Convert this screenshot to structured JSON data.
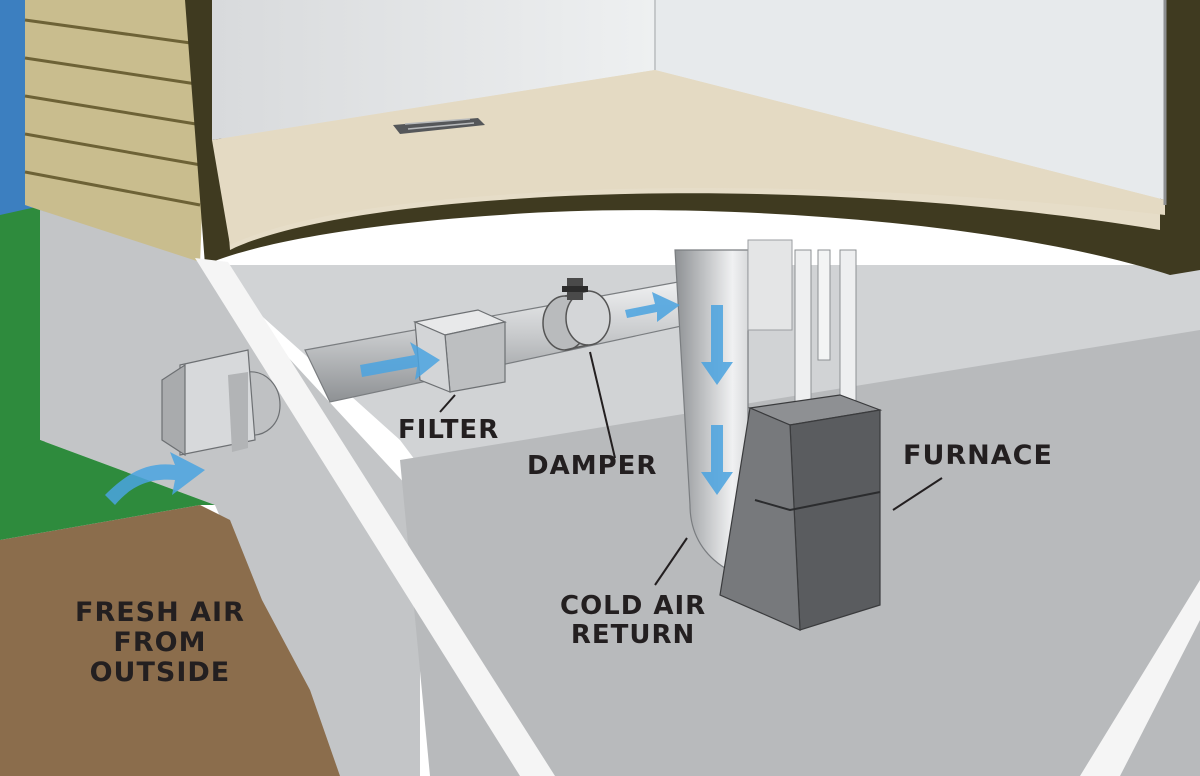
{
  "diagram": {
    "labels": {
      "filter": "FILTER",
      "damper": "DAMPER",
      "furnace": "FURNACE",
      "cold_air_return": [
        "COLD AIR",
        "RETURN"
      ],
      "fresh_air": [
        "FRESH AIR",
        "FROM",
        "OUTSIDE"
      ]
    },
    "colors": {
      "sky": "#3c7fc0",
      "grass": "#2e8b3d",
      "dirt": "#8b6d4c",
      "siding": "#c9bd8e",
      "basement_wall": "#c7c8ca",
      "basement_floor": "#b0b2b4",
      "ceiling_floor": "#e6ddc8",
      "upper_wall": "#e7eaec",
      "outline": "#4a4325",
      "duct": "#d9dadc",
      "furnace": "#6b6d70",
      "airflow": "#4aa3e0",
      "text": "#231f20"
    }
  }
}
